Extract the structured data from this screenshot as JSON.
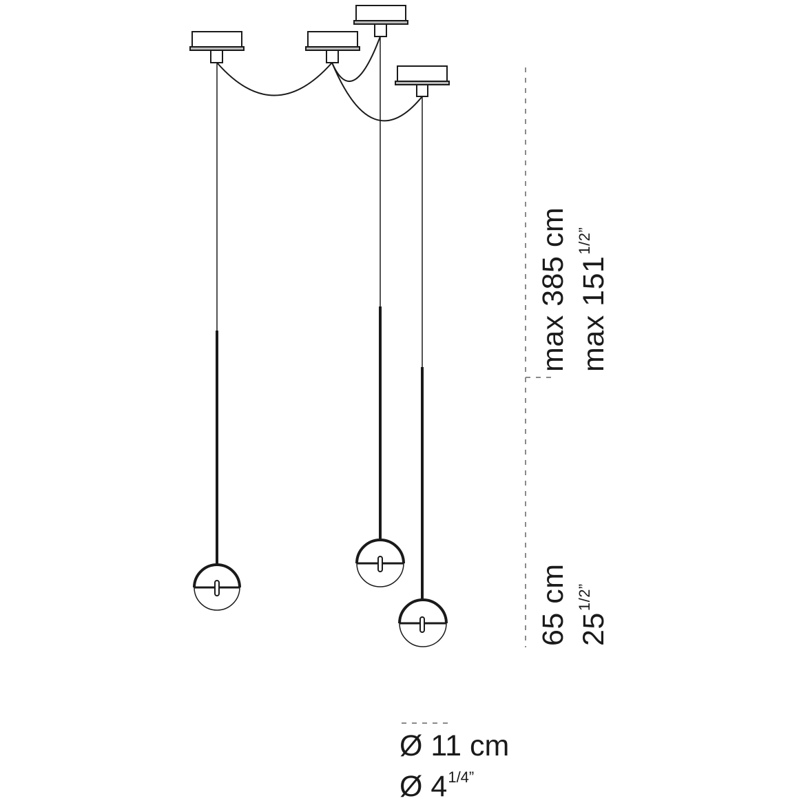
{
  "diagram": {
    "type": "product-dimension-drawing",
    "subject": "pendant lamp cluster (4 canopies, 3 spherical pendants)",
    "colors": {
      "line": "#1a1a1a",
      "dimension_line": "#8a8a8a",
      "background": "#ffffff"
    }
  },
  "dimensions": {
    "max_height": {
      "metric_value": "max 385",
      "metric_unit": "cm",
      "imperial_value": "max 151",
      "imperial_fraction": "1/2”"
    },
    "pendant_height": {
      "metric_value": "65",
      "metric_unit": "cm",
      "imperial_value": "25",
      "imperial_fraction": "1/2”"
    },
    "diameter": {
      "symbol": "Ø",
      "metric_value": "11",
      "metric_unit": "cm",
      "imperial_value": "4",
      "imperial_fraction": "1/4”"
    }
  }
}
